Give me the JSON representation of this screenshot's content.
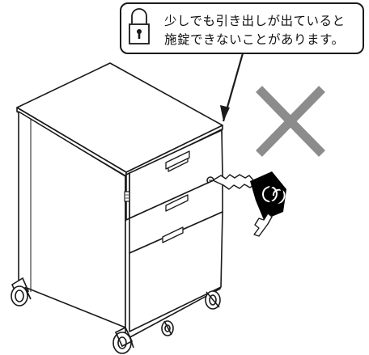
{
  "callout": {
    "line1": "少しでも引き出しが出ていると",
    "line2": "施錠できないことがあります。",
    "icon": "lock-icon"
  },
  "figure": {
    "object": "mobile-pedestal-cabinet",
    "drawers": 3,
    "casters": 4,
    "prohibited_mark": "x-mark",
    "key": "key-with-tag"
  },
  "colors": {
    "line": "#1a1a1a",
    "x_mark": "#8c8c8c",
    "tag": "#000000",
    "background": "#ffffff"
  }
}
